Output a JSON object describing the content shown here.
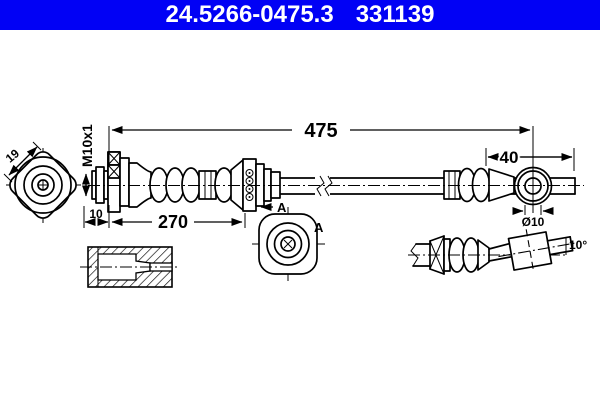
{
  "header": {
    "part_number": "24.5266-0475.3",
    "catalog_number": "331139"
  },
  "colors": {
    "header_bg": "#0101f5",
    "header_text": "#ffffff",
    "line": "#000000",
    "background": "#ffffff"
  },
  "drawing": {
    "type": "brake-hose technical drawing",
    "labels": {
      "overall_length": "475",
      "hose_length": "270",
      "crimp_width": "10",
      "end_fitting_length": "40",
      "thread_spec": "M10x1",
      "hex_width": "19",
      "bore_diameter": "Ø10",
      "bend_angle": "10°",
      "detail_marker": "A",
      "view_marker": "A"
    }
  }
}
